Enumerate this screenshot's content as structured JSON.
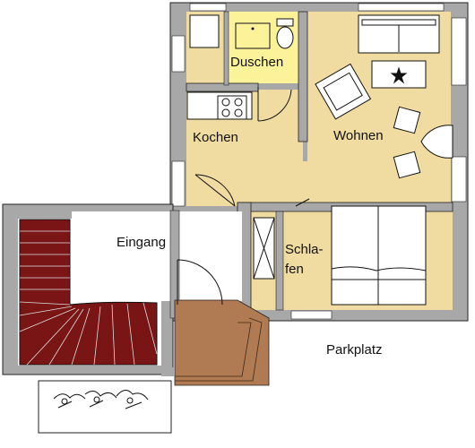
{
  "rooms": {
    "duschen": "Duschen",
    "kochen": "Kochen",
    "wohnen": "Wohnen",
    "eingang": "Eingang",
    "schlafen_line1": "Schla-",
    "schlafen_line2": "fen"
  },
  "outside": {
    "parkplatz": "Parkplatz"
  },
  "colors": {
    "wall": "#a8a8a8",
    "room_fill": "#f0dca0",
    "shower_fill": "#fbf29a",
    "stair": "#7a1515",
    "terrace": "#b07a52"
  }
}
